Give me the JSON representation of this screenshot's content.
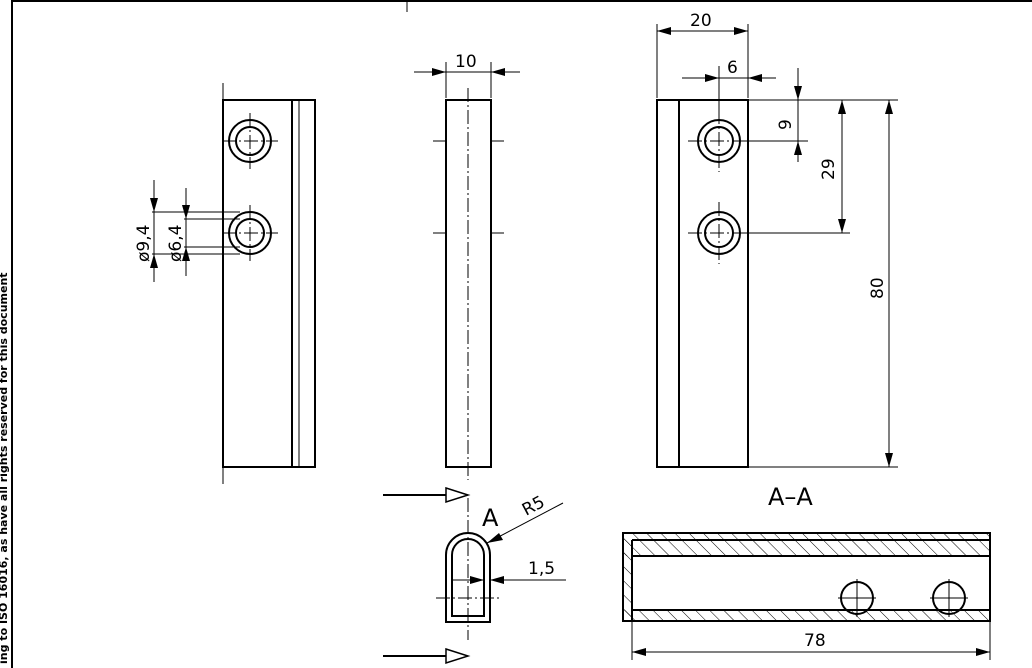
{
  "drawing": {
    "side_note": "ing to ISO 16016, as have all rights reserved for this document",
    "dimensions": {
      "width_20": "20",
      "hole_offset_6": "6",
      "top_offset_9": "9",
      "pitch_29": "29",
      "length_80": "80",
      "thickness_10": "10",
      "dia_9_4": "ø9,4",
      "dia_6_4": "ø6,4",
      "radius_r5": "R5",
      "wall_1_5": "1,5",
      "length_78": "78"
    },
    "labels": {
      "section_title": "A–A",
      "cut_marker": "A"
    }
  }
}
